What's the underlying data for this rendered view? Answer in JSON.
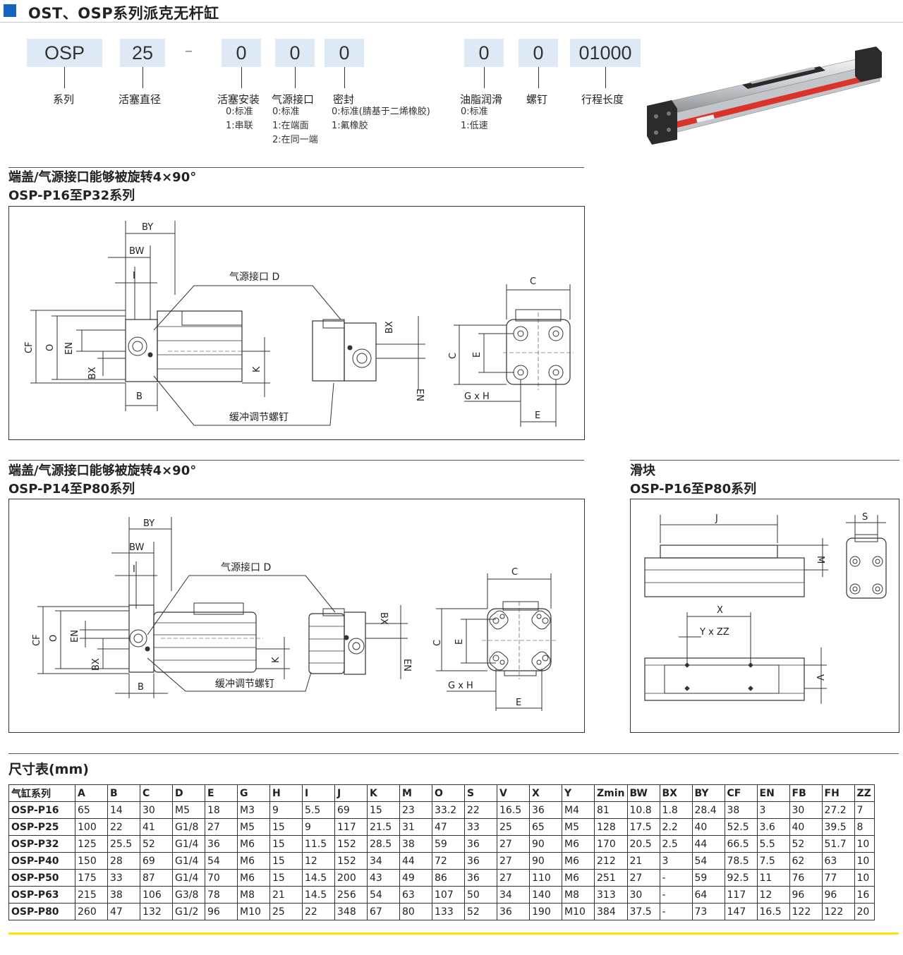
{
  "header": {
    "title": "OST、OSP系列派克无杆缸"
  },
  "code": {
    "segments": [
      {
        "value": "OSP",
        "label": "系列",
        "options": []
      },
      {
        "value": "25",
        "label": "活塞直径",
        "options": []
      },
      {
        "value": "0",
        "label": "活塞安装",
        "options": [
          "0:标准",
          "1:串联"
        ]
      },
      {
        "value": "0",
        "label": "气源接口",
        "options": [
          "0:标准",
          "1:在端面",
          "2:在同一端"
        ]
      },
      {
        "value": "0",
        "label": "密封",
        "options": [
          "0:标准(腈基于二烯橡胶)",
          "1:氟橡胶"
        ]
      },
      {
        "value": "0",
        "label": "油脂润滑",
        "options": [
          "0:标准",
          "1:低速"
        ]
      },
      {
        "value": "0",
        "label": "螺钉",
        "options": []
      },
      {
        "value": "01000",
        "label": "行程长度",
        "options": []
      }
    ],
    "dash": "–"
  },
  "section1": {
    "title1": "端盖/气源接口能够被旋转4×90°",
    "title2": "OSP-P16至P32系列"
  },
  "section2": {
    "title1": "端盖/气源接口能够被旋转4×90°",
    "title2": "OSP-P14至P80系列"
  },
  "section3": {
    "title1": "滑块",
    "title2": "OSP-P16至P80系列"
  },
  "drawing1": {
    "BY": "BY",
    "BW": "BW",
    "I": "I",
    "port": "气源接口 D",
    "CF": "CF",
    "O": "O",
    "EN": "EN",
    "BX": "BX",
    "B": "B",
    "K": "K",
    "screw": "缓冲调节螺钉",
    "BX2": "BX",
    "EN2": "EN",
    "C": "C",
    "C2": "C",
    "E": "E",
    "GxH": "G x H",
    "E2": "E"
  },
  "drawing2": {
    "BY": "BY",
    "BW": "BW",
    "I": "I",
    "port": "气源接口 D",
    "CF": "CF",
    "O": "O",
    "EN": "EN",
    "BX": "BX",
    "B": "B",
    "K": "K",
    "screw": "缓冲调节螺钉",
    "BX2": "BX",
    "EN2": "EN",
    "C": "C",
    "C2": "C",
    "E": "E",
    "GxH": "G x H",
    "E2": "E"
  },
  "drawing3": {
    "J": "J",
    "S": "S",
    "M": "M",
    "X": "X",
    "YxZZ": "Y x ZZ",
    "V": "V"
  },
  "table": {
    "title": "尺寸表(mm)",
    "headers": [
      "气缸系列",
      "A",
      "B",
      "C",
      "D",
      "E",
      "G",
      "H",
      "I",
      "J",
      "K",
      "M",
      "O",
      "S",
      "V",
      "X",
      "Y",
      "Zmin",
      "BW",
      "BX",
      "BY",
      "CF",
      "EN",
      "FB",
      "FH",
      "ZZ"
    ],
    "rows": [
      [
        "OSP-P16",
        "65",
        "14",
        "30",
        "M5",
        "18",
        "M3",
        "9",
        "5.5",
        "69",
        "15",
        "23",
        "33.2",
        "22",
        "16.5",
        "36",
        "M4",
        "81",
        "10.8",
        "1.8",
        "28.4",
        "38",
        "3",
        "30",
        "27.2",
        "7"
      ],
      [
        "OSP-P25",
        "100",
        "22",
        "41",
        "G1/8",
        "27",
        "M5",
        "15",
        "9",
        "117",
        "21.5",
        "31",
        "47",
        "33",
        "25",
        "65",
        "M5",
        "128",
        "17.5",
        "2.2",
        "40",
        "52.5",
        "3.6",
        "40",
        "39.5",
        "8"
      ],
      [
        "OSP-P32",
        "125",
        "25.5",
        "52",
        "G1/4",
        "36",
        "M6",
        "15",
        "11.5",
        "152",
        "28.5",
        "38",
        "59",
        "36",
        "27",
        "90",
        "M6",
        "170",
        "20.5",
        "2.5",
        "44",
        "66.5",
        "5.5",
        "52",
        "51.7",
        "10"
      ],
      [
        "OSP-P40",
        "150",
        "28",
        "69",
        "G1/4",
        "54",
        "M6",
        "15",
        "12",
        "152",
        "34",
        "44",
        "72",
        "36",
        "27",
        "90",
        "M6",
        "212",
        "21",
        "3",
        "54",
        "78.5",
        "7.5",
        "62",
        "63",
        "10"
      ],
      [
        "OSP-P50",
        "175",
        "33",
        "87",
        "G1/4",
        "70",
        "M6",
        "15",
        "14.5",
        "200",
        "43",
        "49",
        "86",
        "36",
        "27",
        "110",
        "M6",
        "251",
        "27",
        "-",
        "59",
        "92.5",
        "11",
        "76",
        "77",
        "10"
      ],
      [
        "OSP-P63",
        "215",
        "38",
        "106",
        "G3/8",
        "78",
        "M8",
        "21",
        "14.5",
        "256",
        "54",
        "63",
        "107",
        "50",
        "34",
        "140",
        "M8",
        "313",
        "30",
        "-",
        "64",
        "117",
        "12",
        "96",
        "96",
        "16"
      ],
      [
        "OSP-P80",
        "260",
        "47",
        "132",
        "G1/2",
        "96",
        "M10",
        "25",
        "22",
        "348",
        "67",
        "80",
        "133",
        "52",
        "36",
        "190",
        "M10",
        "384",
        "37.5",
        "-",
        "73",
        "147",
        "16.5",
        "122",
        "122",
        "20"
      ]
    ]
  },
  "colors": {
    "accent": "#1565c0",
    "code_bg": "#dde9f5",
    "stripe": "#d9332a",
    "bottom_bar": "#ffe600"
  }
}
